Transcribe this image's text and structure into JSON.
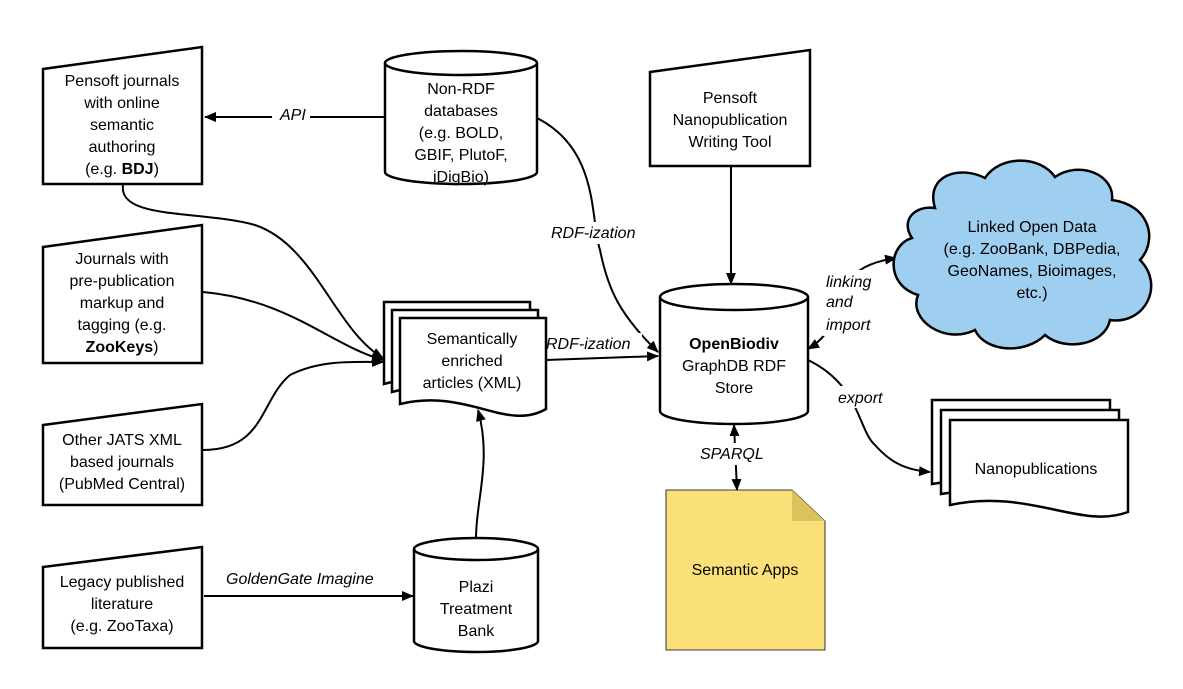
{
  "nodes": {
    "pensoft_journals": {
      "lines": [
        {
          "t": "Pensoft journals"
        },
        {
          "t": "with online"
        },
        {
          "t": "semantic"
        },
        {
          "t": "authoring"
        },
        {
          "t": "(e.g. ",
          "b": "BDJ",
          "t2": ")"
        }
      ]
    },
    "prepub_journals": {
      "lines": [
        {
          "t": "Journals with"
        },
        {
          "t": "pre-publication"
        },
        {
          "t": "markup and"
        },
        {
          "t": "tagging  (e.g."
        },
        {
          "t": "",
          "b": "ZooKeys",
          "t2": ")"
        }
      ]
    },
    "jats_journals": {
      "lines": [
        {
          "t": "Other JATS XML"
        },
        {
          "t": "based journals"
        },
        {
          "t": "(PubMed Central)"
        }
      ]
    },
    "legacy_literature": {
      "lines": [
        {
          "t": "Legacy published"
        },
        {
          "t": "literature"
        },
        {
          "t": "(e.g. ZooTaxa)"
        }
      ]
    },
    "non_rdf_db": {
      "lines": [
        {
          "t": "Non-RDF"
        },
        {
          "t": "databases"
        },
        {
          "t": "(e.g. BOLD,"
        },
        {
          "t": "GBIF, PlutoF,"
        },
        {
          "t": "iDigBio)"
        }
      ]
    },
    "enriched_articles": {
      "lines": [
        {
          "t": "Semantically"
        },
        {
          "t": "enriched"
        },
        {
          "t": "articles (XML)"
        }
      ]
    },
    "plazi": {
      "lines": [
        {
          "t": "Plazi"
        },
        {
          "t": "Treatment"
        },
        {
          "t": "Bank"
        }
      ]
    },
    "writing_tool": {
      "lines": [
        {
          "t": "Pensoft"
        },
        {
          "t": "Nanopublication"
        },
        {
          "t": "Writing Tool"
        }
      ]
    },
    "openbiodiv": {
      "lines": [
        {
          "t": "",
          "b": "OpenBiodiv"
        },
        {
          "t": "GraphDB RDF"
        },
        {
          "t": "Store"
        }
      ]
    },
    "linked_open_data": {
      "lines": [
        {
          "t": "Linked Open Data"
        },
        {
          "t": "(e.g. ZooBank, DBPedia,"
        },
        {
          "t": "GeoNames, Bioimages,"
        },
        {
          "t": "etc.)"
        }
      ]
    },
    "nanopublications": {
      "lines": [
        {
          "t": "Nanopublications"
        }
      ]
    },
    "semantic_apps": {
      "lines": [
        {
          "t": "Semantic Apps"
        }
      ]
    }
  },
  "edges": {
    "api": "API",
    "rdfization_db": "RDF-ization",
    "rdfization_articles": "RDF-ization",
    "goldengate": "GoldenGate Imagine",
    "linking_import": [
      "linking",
      "and",
      "import"
    ],
    "export": "export",
    "sparql": "SPARQL"
  },
  "colors": {
    "cloud_fill": "#9fcff0",
    "note_fill": "#fbe07a",
    "note_fold": "#dcc25c",
    "stroke": "#000000"
  }
}
